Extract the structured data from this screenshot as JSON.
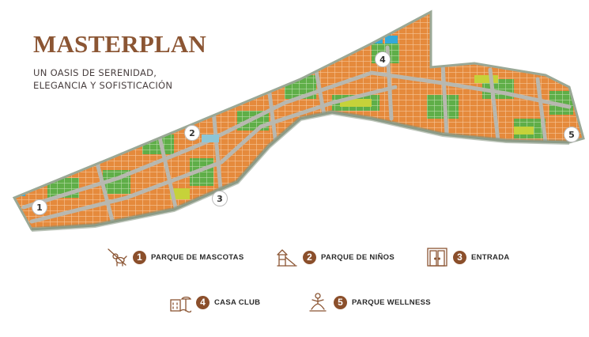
{
  "header": {
    "title": "MASTERPLAN",
    "subtitle_line1": "UN OASIS DE SERENIDAD,",
    "subtitle_line2": "ELEGANCIA Y SOFISTICACIÓN"
  },
  "map_markers": [
    "1",
    "2",
    "3",
    "4",
    "5"
  ],
  "legend": [
    {
      "number": "1",
      "label": "PARQUE DE MASCOTAS",
      "icon": "pet-park-icon"
    },
    {
      "number": "2",
      "label": "PARQUE DE NIÑOS",
      "icon": "playground-icon"
    },
    {
      "number": "3",
      "label": "ENTRADA",
      "icon": "entrance-door-icon"
    },
    {
      "number": "4",
      "label": "CASA CLUB",
      "icon": "club-house-icon"
    },
    {
      "number": "5",
      "label": "PARQUE WELLNESS",
      "icon": "wellness-icon"
    }
  ],
  "colors": {
    "brand": "#8b5533",
    "badge": "#8b4f2b",
    "lot_orange": "#e58a3c",
    "lot_green": "#5fae48",
    "lot_yellow": "#c6d23a",
    "road": "#b8b8b0",
    "boundary": "#9aa896"
  }
}
